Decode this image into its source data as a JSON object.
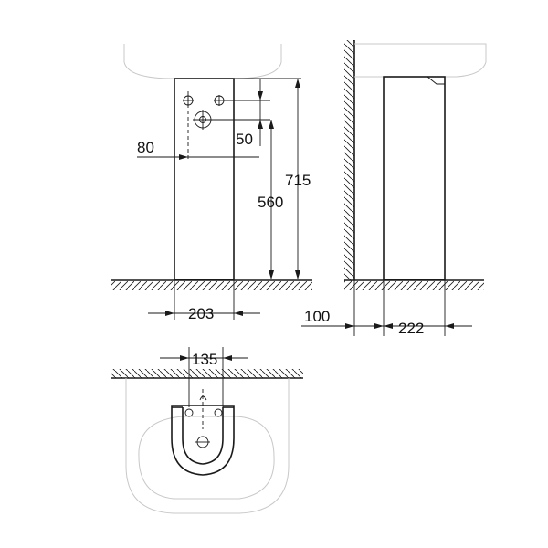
{
  "dimensions": {
    "width_side_80": "80",
    "pipe_offset_50": "50",
    "height_560": "560",
    "height_715": "715",
    "width_203": "203",
    "wall_gap_100": "100",
    "depth_222": "222",
    "pipe_spacing_135": "135"
  },
  "colors": {
    "line": "#1a1a1a",
    "faint": "#c8c8c8",
    "background": "#ffffff"
  }
}
